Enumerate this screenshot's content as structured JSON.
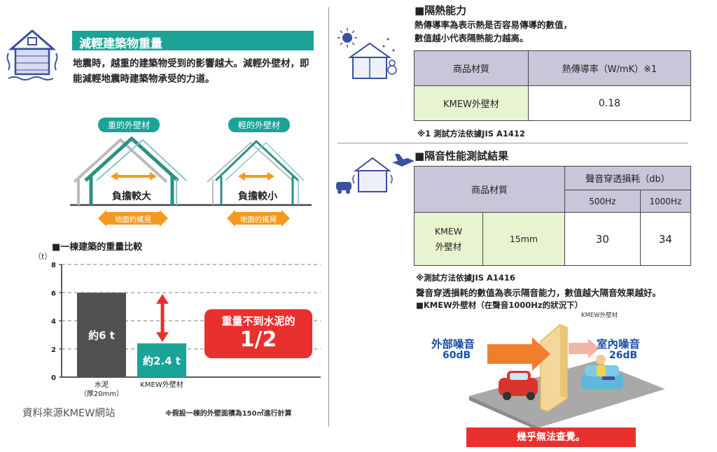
{
  "left": {
    "heading": "減輕建築物重量",
    "paragraph": "地震時，越重的建築物受到的影響越大。減輕外壁材，即能減輕地震時建築物承受的力道。",
    "heavy_label": "重的外壁材",
    "light_label": "輕的外壁材",
    "heavy_load": "負擔較大",
    "light_load": "負擔較小",
    "ground_shake_1": "地面的搖晃",
    "ground_shake_2": "地面的搖晃",
    "chart_heading": "■一棟建築的重量比較",
    "callout_line1": "重量不到水泥的",
    "callout_line2": "1/2",
    "footnote": "※假設一棟的外壁面積為150㎡進行計算",
    "source": "資料來源KMEW網站"
  },
  "chart_data": {
    "type": "bar",
    "categories": [
      "水泥\n（厚20mm）",
      "KMEW外壁材"
    ],
    "category_lines": [
      [
        "水泥",
        "（厚20mm）"
      ],
      [
        "KMEW外壁材"
      ]
    ],
    "values": [
      6,
      2.4
    ],
    "value_labels": [
      "約6 t",
      "約2.4 t"
    ],
    "colors": [
      "#505050",
      "#1aa396"
    ],
    "ylabel": "（t）",
    "ylim": [
      0,
      8
    ],
    "yticks": [
      0,
      2,
      4,
      6,
      8
    ],
    "title": "■一棟建築的重量比較"
  },
  "right": {
    "insulation": {
      "title": "■隔熱能力",
      "desc_line1": "熱傳導率為表示熱是否容易傳導的數值，",
      "desc_line2": "數值越小代表隔熱能力越高。",
      "col1": "商品材質",
      "col2": "熱傳導率（W/mK）※1",
      "material": "KMEW外壁材",
      "value": "0.18",
      "note": "※1 測試方法依據JIS A1412"
    },
    "sound": {
      "title": "■隔音性能測試結果",
      "col1": "商品材質",
      "col2": "聲音穿透損耗（db）",
      "freq1": "500Hz",
      "freq2": "1000Hz",
      "material_line1": "KMEW",
      "material_line2": "外壁材",
      "thickness": "15mm",
      "val1": "30",
      "val2": "34",
      "note1": "※測試方法依據JIS A1416",
      "note2": "聲音穿透損耗的數值為表示隔音能力，數值越大隔音效果越好。",
      "note3": "■KMEW外壁材（在聲音1000Hz的狀況下）",
      "wall_label": "KMEW外壁材",
      "outside_label": "外部噪音",
      "outside_value": "60dB",
      "inside_label": "室內噪音",
      "inside_value": "26dB",
      "result": "幾乎無法查覺。"
    }
  }
}
